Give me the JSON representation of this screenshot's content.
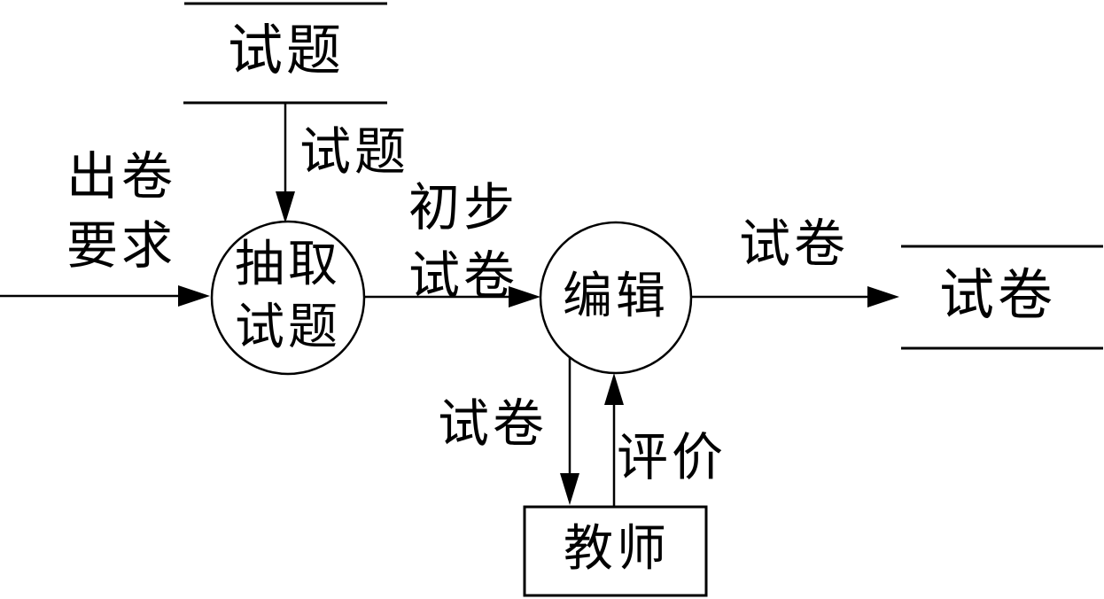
{
  "diagram": {
    "type": "data-flow-diagram",
    "language": "zh",
    "colors": {
      "background": "#ffffff",
      "stroke": "#000000",
      "text": "#000000"
    },
    "data_stores": {
      "question_store": {
        "label": "试题"
      },
      "paper_store": {
        "label": "试卷"
      }
    },
    "processes": {
      "extract_process": {
        "lines": [
          "抽取",
          "试题"
        ]
      },
      "edit_process": {
        "label": "编辑"
      }
    },
    "external_entities": {
      "teacher_entity": {
        "label": "教师"
      }
    },
    "flows": {
      "exam_request": {
        "lines": [
          "出卷",
          "要求"
        ]
      },
      "questions": {
        "label": "试题"
      },
      "draft_paper": {
        "lines": [
          "初步",
          "试卷"
        ]
      },
      "final_paper": {
        "label": "试卷"
      },
      "paper_to_teacher": {
        "label": "试卷"
      },
      "evaluation": {
        "label": "评价"
      }
    }
  }
}
